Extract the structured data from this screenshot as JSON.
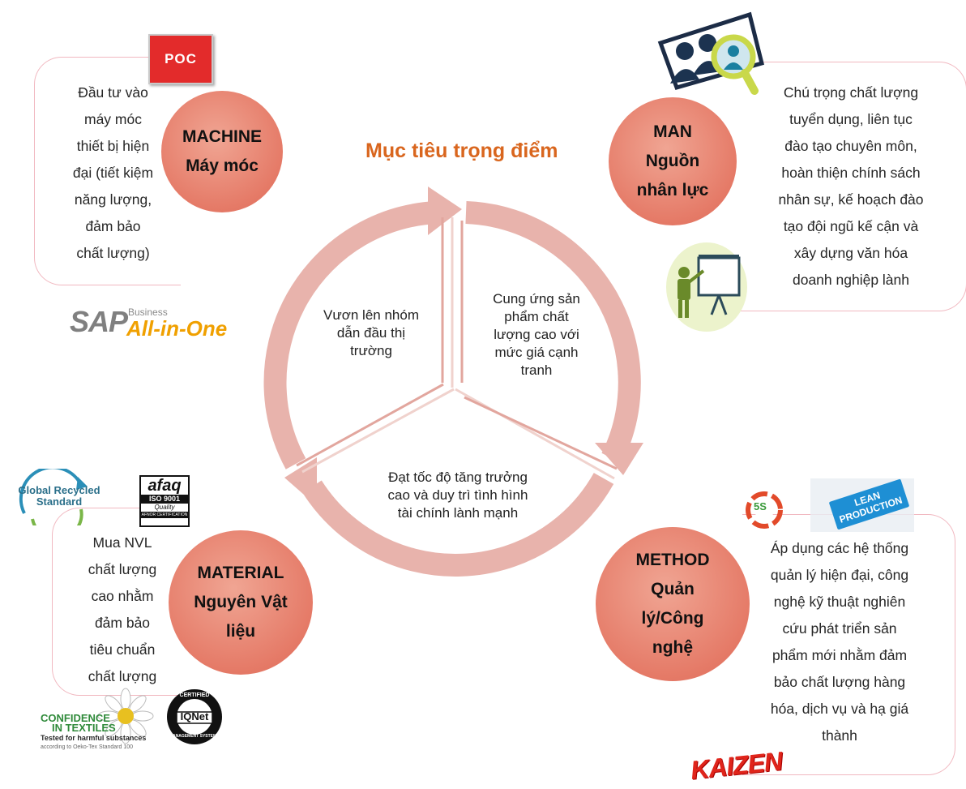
{
  "title": "Mục tiêu trọng điểm",
  "cycle": {
    "left_segment": [
      "Vươn lên nhóm",
      "dẫn đầu thị",
      "trường"
    ],
    "right_segment": [
      "Cung ứng sản",
      "phẩm chất",
      "lượng cao với",
      "mức giá cạnh",
      "tranh"
    ],
    "bottom_segment": [
      "Đạt tốc độ tăng trưởng",
      "cao và duy trì tình hình",
      "tài chính lành mạnh"
    ]
  },
  "machine": {
    "label": [
      "MACHINE",
      "Máy móc"
    ],
    "description": [
      "Đầu tư vào",
      "máy móc",
      "thiết bị hiện",
      "đại (tiết kiệm",
      "năng lượng,",
      "đảm bảo",
      "chất lượng)"
    ]
  },
  "man": {
    "label": [
      "MAN",
      "Nguồn",
      "nhân lực"
    ],
    "description": [
      "Chú trọng chất lượng",
      "tuyển dụng, liên tục",
      "đào tạo chuyên môn,",
      "hoàn thiện chính sách",
      "nhân sự, kế hoạch đào",
      "tạo đội ngũ kế cận và",
      "xây dựng văn hóa",
      "doanh nghiệp lành"
    ]
  },
  "material": {
    "label": [
      "MATERIAL",
      "Nguyên Vật",
      "liệu"
    ],
    "description": [
      "Mua NVL",
      "chất lượng",
      "cao nhằm",
      "đảm bảo",
      "tiêu chuẩn",
      "chất lượng"
    ]
  },
  "method": {
    "label": [
      "METHOD",
      "Quản",
      "lý/Công",
      "nghệ"
    ],
    "description": [
      "Áp dụng các hệ thống",
      "quản lý hiện đại, công",
      "nghệ kỹ thuật nghiên",
      "cứu phát triển sản",
      "phẩm mới nhằm đảm",
      "bảo chất lượng hàng",
      "hóa, dịch vụ và hạ giá",
      "thành"
    ]
  },
  "logos": {
    "poc": "POC",
    "sap_main": "SAP",
    "sap_business": "Business",
    "sap_aio": "All-in-One",
    "kaizen": "KAIZEN",
    "lean": [
      "LEAN",
      "PRODUCTION"
    ],
    "fives": "5S",
    "grs": [
      "Global Recycled",
      "Standard"
    ],
    "afaq": [
      "afaq",
      "ISO 9001",
      "Quality",
      "AFNOR CERTIFICATION"
    ],
    "confidence": [
      "CONFIDENCE",
      "IN TEXTILES",
      "Tested for harmful substances",
      "according to Oeko-Tex Standard 100"
    ],
    "iqnet": [
      "CERTIFIED",
      "IQNet",
      "MANAGEMENT SYSTEM"
    ]
  },
  "colors": {
    "circle": "#e57a67",
    "cycle_arrow": "#e8b3ac",
    "title": "#d9661e",
    "box_border": "#f1b8c0"
  },
  "icons": [
    "people-search-icon",
    "presenter-board-icon"
  ]
}
